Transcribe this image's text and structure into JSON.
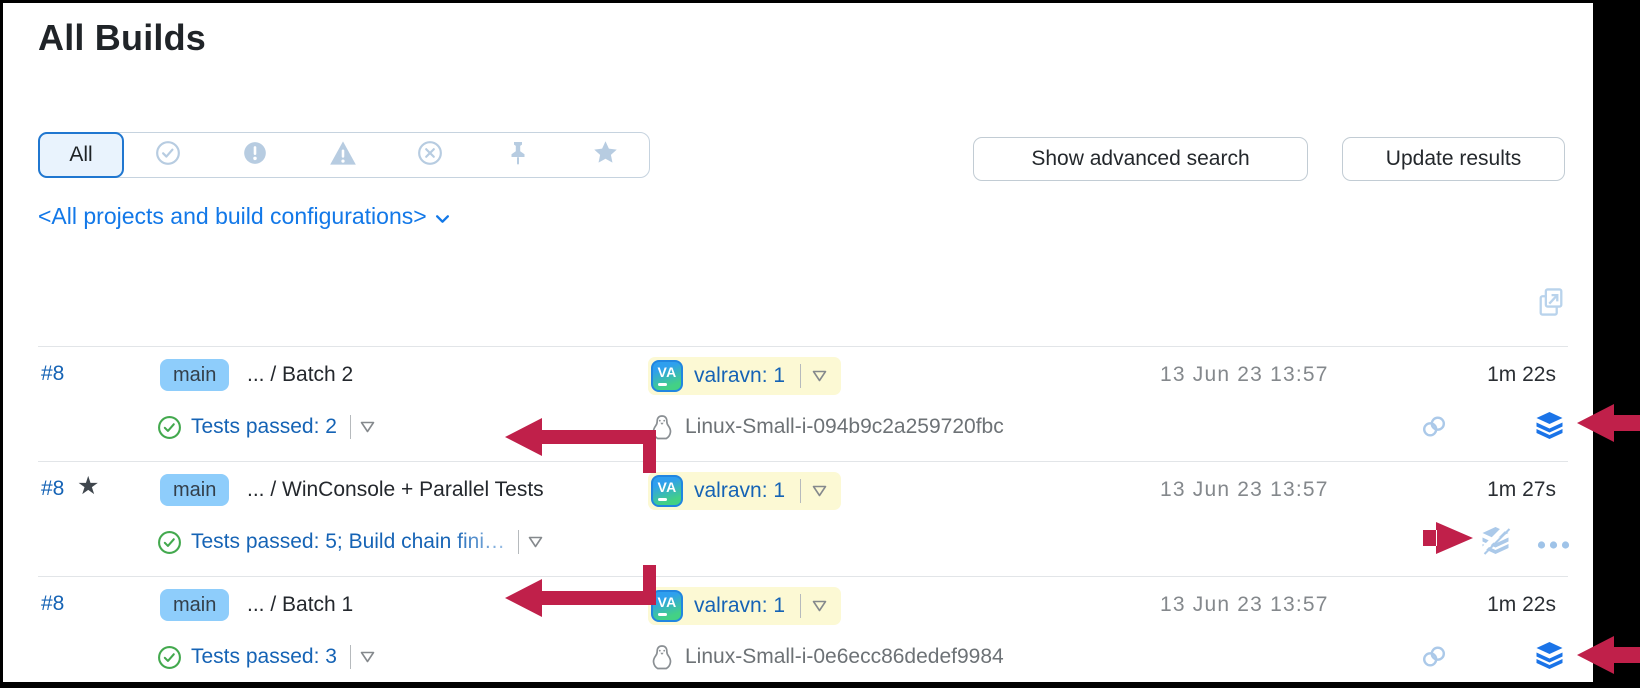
{
  "header": {
    "title": "All Builds"
  },
  "filter": {
    "all_label": "All",
    "segments": [
      {
        "name": "successful",
        "icon": "success-icon"
      },
      {
        "name": "failed",
        "icon": "error-icon"
      },
      {
        "name": "failing",
        "icon": "warning-icon"
      },
      {
        "name": "canceled",
        "icon": "canceled-icon"
      },
      {
        "name": "pinned",
        "icon": "pin-icon"
      },
      {
        "name": "starred",
        "icon": "star-icon"
      }
    ]
  },
  "toolbar": {
    "advanced_search_label": "Show advanced search",
    "update_results_label": "Update results"
  },
  "project_selector": {
    "label": "<All projects and build configurations>"
  },
  "builds": [
    {
      "number": "#8",
      "starred": false,
      "branch": "main",
      "path": "... / Batch 2",
      "status": "Tests passed: 2",
      "truncated": false,
      "agent_pool": "valravn: 1",
      "agent_pool_avatar": "VA",
      "agent": "Linux-Small-i-094b9c2a259720fbc",
      "date": "13 Jun 23 13:57",
      "duration": "1m 22s",
      "icons": [
        "chain-link",
        "build-chain"
      ]
    },
    {
      "number": "#8",
      "starred": true,
      "branch": "main",
      "path": "... / WinConsole + Parallel Tests",
      "status": "Tests passed: 5; Build chain fini…",
      "truncated": true,
      "agent_pool": "valravn: 1",
      "agent_pool_avatar": "VA",
      "agent": "",
      "date": "13 Jun 23 13:57",
      "duration": "1m 27s",
      "icons": [
        "collapse-chain",
        "more"
      ]
    },
    {
      "number": "#8",
      "starred": false,
      "branch": "main",
      "path": "... / Batch 1",
      "status": "Tests passed: 3",
      "truncated": false,
      "agent_pool": "valravn: 1",
      "agent_pool_avatar": "VA",
      "agent": "Linux-Small-i-0e6ecc86dedef9984",
      "date": "13 Jun 23 13:57",
      "duration": "1m 22s",
      "icons": [
        "chain-link",
        "build-chain"
      ]
    }
  ],
  "annotations": [
    {
      "shape": "elbow-arrow-left",
      "points_to": "row-1-status-dropdown"
    },
    {
      "shape": "elbow-arrow-left",
      "points_to": "row-3-title"
    },
    {
      "shape": "arrow-left",
      "points_to": "row-1-build-chain-icon"
    },
    {
      "shape": "arrow-right",
      "points_to": "row-2-collapse-chain-icon"
    },
    {
      "shape": "arrow-left",
      "points_to": "row-3-build-chain-icon"
    }
  ],
  "colors": {
    "annotation_red": "#c0204a",
    "link_blue": "#1563b5",
    "selector_blue": "#1278e8",
    "branch_badge_bg": "#8ecdfb",
    "agent_pill_bg": "#fcf9d4",
    "build_chain_icon_blue": "#1b74e8",
    "muted_icon_blue": "#abc9e9",
    "success_green": "#43a94e",
    "frame_black": "#000000"
  }
}
